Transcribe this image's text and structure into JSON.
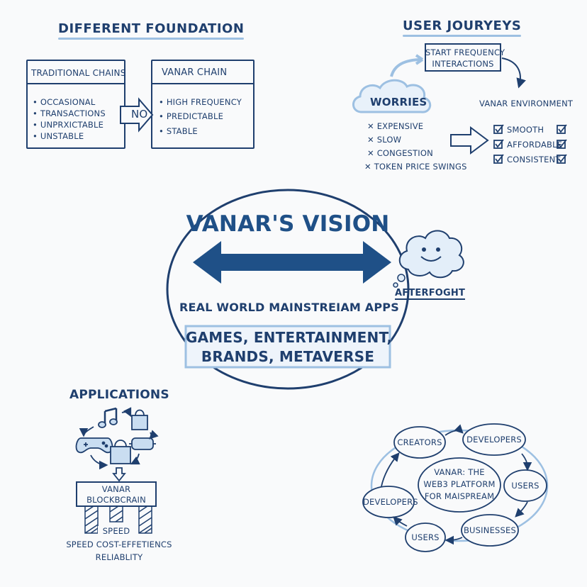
{
  "colors": {
    "ink": "#1f3f6e",
    "accent": "#9dc0e2",
    "fill": "#dbe8f6",
    "background": "#f9fafb"
  },
  "foundation": {
    "title": "DIFFERENT FOUNDATION",
    "traditional": {
      "title": "TRADITIONAL CHAINS",
      "items": [
        "• OCCASIONAL",
        "• TRANSACTIONS",
        "• UNPRXICTABLE",
        "• UNSTABLE"
      ]
    },
    "arrow_label": "NO",
    "vanar": {
      "title": "VANAR CHAIN",
      "items": [
        "• HIGH FREQUENCY",
        "• PREDICTABLE",
        "• STABLE"
      ]
    }
  },
  "journeys": {
    "title": "USER JOURYEYS",
    "start": [
      "START FREQUENCY",
      "INTERACTIONS"
    ],
    "worries_title": "WORRIES",
    "worries": [
      "✕ EXPENSIVE",
      "✕ SLOW",
      "✕ CONGESTION",
      "✕ TOKEN PRICE SWINGS"
    ],
    "env_title": "VANAR ENVIRONMENT",
    "env_items": [
      "SMOOTH",
      "AFFORDABLE",
      "CONSISTENT"
    ]
  },
  "vision": {
    "title": "VANAR'S VISION",
    "thought": "AFTERFOGHT",
    "subtitle": "REAL WORLD MAINSTREIAM APPS",
    "box_lines": [
      "GAMES, ENTERTAINMENT,",
      "BRANDS, METAVERSE"
    ]
  },
  "applications": {
    "title": "APPLICATIONS",
    "icons": [
      "music-note-icon",
      "shopping-bag-icon",
      "gamepad-icon",
      "vr-headset-icon",
      "shopping-bag-icon"
    ],
    "blockchain": [
      "VANAR",
      "BLOCKBCRAIN"
    ],
    "pillar_label": "SPEED",
    "caption": [
      "SPEED COST-EFFETIENCS",
      "RELIABLITY"
    ]
  },
  "ecosystem": {
    "center": [
      "VANAR: THE",
      "WEB3 PLATFORM",
      "FOR MAISPREAM"
    ],
    "nodes": [
      "CREATORS",
      "DEVELOPERS",
      "USERS",
      "BUSINESSES",
      "USERS",
      "DEVELOPERS"
    ]
  }
}
